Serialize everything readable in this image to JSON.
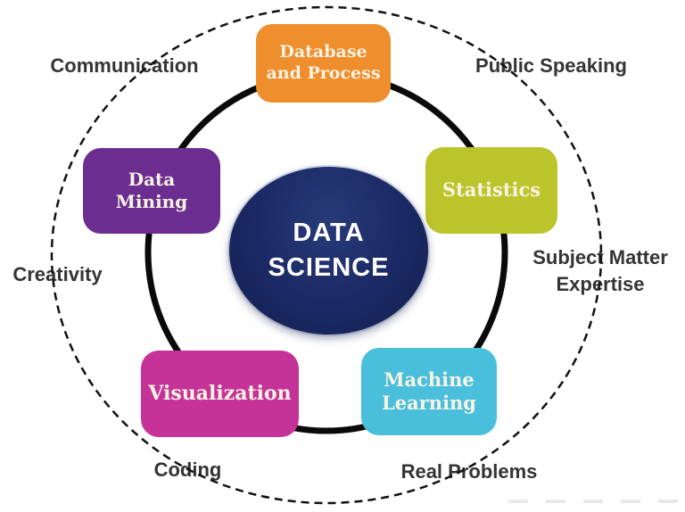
{
  "diagram": {
    "type": "hub-and-spoke",
    "center": {
      "lines": [
        "DATA",
        "SCIENCE"
      ],
      "bg": "#1B2A66",
      "text_color": "#FFFFFF"
    },
    "nodes": [
      {
        "id": "database-and-process",
        "lines": [
          "Database",
          "and Process"
        ],
        "color": "#EE8E2D"
      },
      {
        "id": "data-mining",
        "lines": [
          "Data",
          "Mining"
        ],
        "color": "#6B2E90"
      },
      {
        "id": "statistics",
        "lines": [
          "Statistics"
        ],
        "color": "#BCC42C"
      },
      {
        "id": "visualization",
        "lines": [
          "Visualization"
        ],
        "color": "#C53399"
      },
      {
        "id": "machine-learning",
        "lines": [
          "Machine",
          "Learning"
        ],
        "color": "#49BFDC"
      }
    ],
    "outer_labels": [
      {
        "id": "communication",
        "lines": [
          "Communication"
        ]
      },
      {
        "id": "public-speaking",
        "lines": [
          "Public Speaking"
        ]
      },
      {
        "id": "subject-matter-expertise",
        "lines": [
          "Subject Matter",
          "Expertise"
        ]
      },
      {
        "id": "creativity",
        "lines": [
          "Creativity"
        ]
      },
      {
        "id": "coding",
        "lines": [
          "Coding"
        ]
      },
      {
        "id": "real-problems",
        "lines": [
          "Real Problems"
        ]
      }
    ],
    "colors": {
      "outer_label_text": "#343434",
      "node_text": "#F9F3E3",
      "solid_ring": "#0A0A0A",
      "dashed_ellipse": "#111111"
    }
  }
}
